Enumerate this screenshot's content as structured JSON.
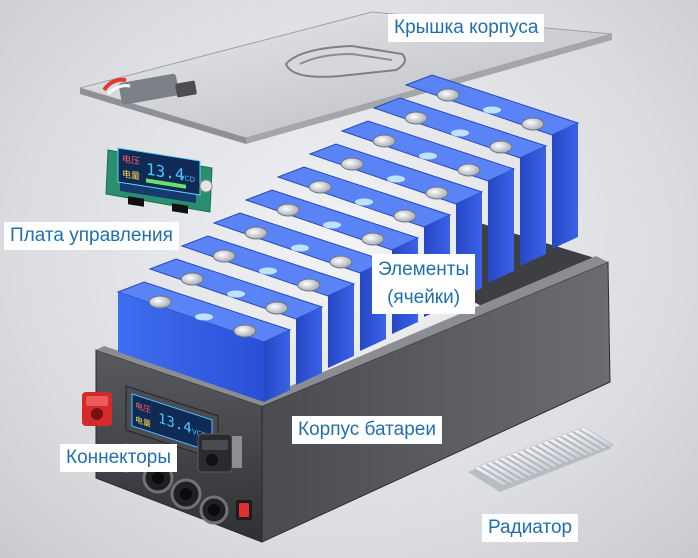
{
  "labels": {
    "lid": "Крышка корпуса",
    "board": "Плата управления",
    "cells_line1": "Элементы",
    "cells_line2": "(ячейки)",
    "case": "Корпус батареи",
    "connectors": "Коннекторы",
    "radiator": "Радиатор"
  },
  "displays": {
    "board_value": "13.4",
    "board_unit": "VCD",
    "board_side_1": "电压",
    "board_side_2": "电量",
    "front_value": "13.4",
    "front_unit": "VCD",
    "front_side_1": "电压",
    "front_side_2": "电量"
  },
  "colors": {
    "label_text": "#1f6fb0",
    "cell_blue": "#2f58e0",
    "case_dark": "#3c3c40",
    "lcd_blue": "#4fc3ff"
  }
}
